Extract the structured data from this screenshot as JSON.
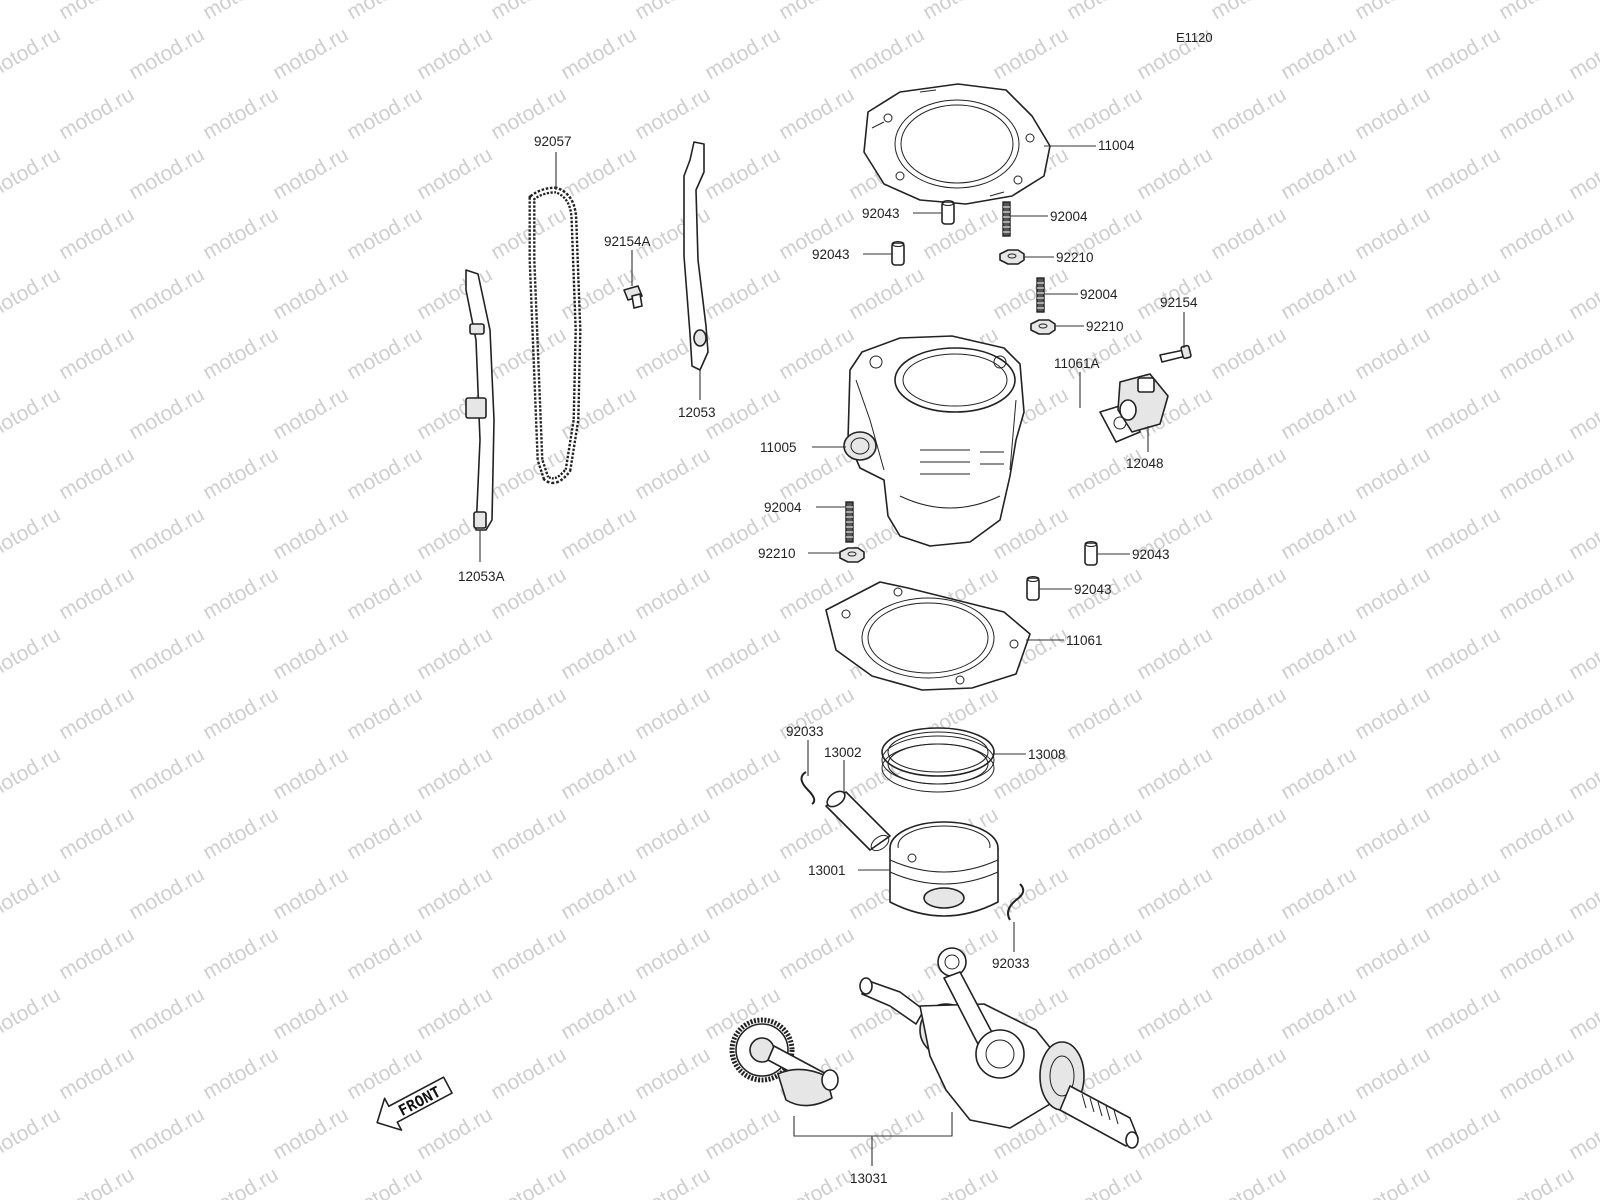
{
  "diagram_code": "E1120",
  "watermark": "motod.ru",
  "front_label": "FRONT",
  "parts": {
    "p11004": "11004",
    "p92043_a": "92043",
    "p92004_a": "92004",
    "p92043_b": "92043",
    "p92210_a": "92210",
    "p92004_b": "92004",
    "p92210_b": "92210",
    "p92154": "92154",
    "p11061A": "11061A",
    "p11005": "11005",
    "p12048": "12048",
    "p92004_c": "92004",
    "p92210_c": "92210",
    "p92043_c": "92043",
    "p92043_d": "92043",
    "p11061": "11061",
    "p92057": "92057",
    "p92154A": "92154A",
    "p12053": "12053",
    "p12053A": "12053A",
    "p92033_a": "92033",
    "p13002": "13002",
    "p13008": "13008",
    "p13001": "13001",
    "p92033_b": "92033",
    "p13031": "13031"
  }
}
